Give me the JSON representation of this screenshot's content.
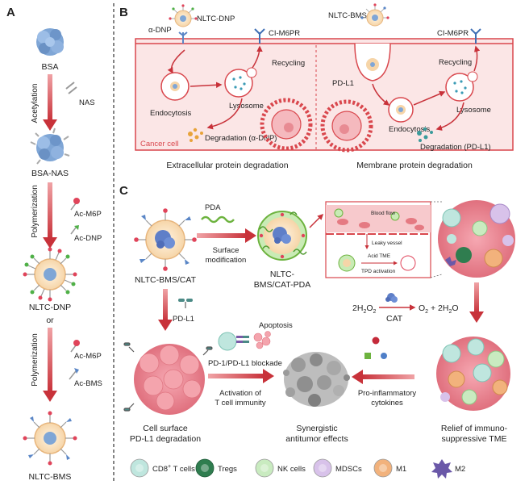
{
  "panel_a": {
    "letter": "A",
    "nodes": {
      "bsa": "BSA",
      "bsa_nas": "BSA-NAS",
      "nltc_dnp": "NLTC-DNP",
      "or": "or",
      "nltc_bms": "NLTC-BMS"
    },
    "steps": {
      "acetylation": "Acetylation",
      "nas": "NAS",
      "polymerization_1": "Polymerization",
      "ac_m6p_1": "Ac-M6P",
      "ac_dnp": "Ac-DNP",
      "polymerization_2": "Polymerization",
      "ac_m6p_2": "Ac-M6P",
      "ac_bms": "Ac-BMS"
    }
  },
  "panel_b": {
    "letter": "B",
    "left": {
      "alpha_dnp": "α-DNP",
      "nltc_dnp": "NLTC-DNP",
      "ci_m6pr": "CI-M6PR",
      "recycling": "Recycling",
      "endocytosis": "Endocytosis",
      "lysosome": "Lysosome",
      "degradation": "Degradation (α-DNP)",
      "cancer_cell": "Cancer cell",
      "caption": "Extracellular protein degradation"
    },
    "right": {
      "nltc_bms": "NLTC-BMS",
      "ci_m6pr": "CI-M6PR",
      "recycling": "Recycling",
      "pd_l1": "PD-L1",
      "lysosome": "Lysosome",
      "endocytosis": "Endocytosis",
      "degradation": "Degradation (PD-L1)",
      "caption": "Membrane protein degradation"
    }
  },
  "panel_c": {
    "letter": "C",
    "nltc_bms_cat": "NLTC-BMS/CAT",
    "pda": "PDA",
    "surface_modification_1": "Surface",
    "surface_modification_2": "modification",
    "nltc_pda_1": "NLTC-",
    "nltc_pda_2": "BMS/CAT-PDA",
    "blood_flow": "Blood flow",
    "leaky_vessel": "Leaky vessel",
    "acid_tme": "Acid TME",
    "tpd_activation": "TPD activation",
    "pd_l1": "PD-L1",
    "apoptosis": "Apoptosis",
    "pd1_blockade": "PD-1/PD-L1 blockade",
    "activation_1": "Activation of",
    "activation_2": "T cell immunity",
    "reaction_left": "2H",
    "reaction_right": "O",
    "reaction_plus": " + 2H",
    "cat": "CAT",
    "pro_inflammatory_1": "Pro-inflammatory",
    "pro_inflammatory_2": "cytokines",
    "cell_surface_1": "Cell surface",
    "cell_surface_2": "PD-L1 degradation",
    "synergistic_1": "Synergistic",
    "synergistic_2": "antitumor effects",
    "relief_1": "Relief of immuno-",
    "relief_2": "suppressive TME"
  },
  "legend": [
    {
      "label": "CD8",
      "sup": "+",
      "suffix": " T cells",
      "color": "#bfe6de"
    },
    {
      "label": "Tregs",
      "sup": "",
      "suffix": "",
      "color": "#2f7d4f"
    },
    {
      "label": "NK cells",
      "sup": "",
      "suffix": "",
      "color": "#c9ebc0"
    },
    {
      "label": "MDSCs",
      "sup": "",
      "suffix": "",
      "color": "#d8c2ea"
    },
    {
      "label": "M1",
      "sup": "",
      "suffix": "",
      "color": "#f2b27c"
    },
    {
      "label": "M2",
      "sup": "",
      "suffix": "",
      "color": "#6a58a8"
    }
  ],
  "colors": {
    "arrow": "#c8323a",
    "membrane": "#d9474d",
    "cytoplasm": "#fbe6e6",
    "tumor": "#ef8f9a",
    "bsa": "#7fa6d6"
  }
}
